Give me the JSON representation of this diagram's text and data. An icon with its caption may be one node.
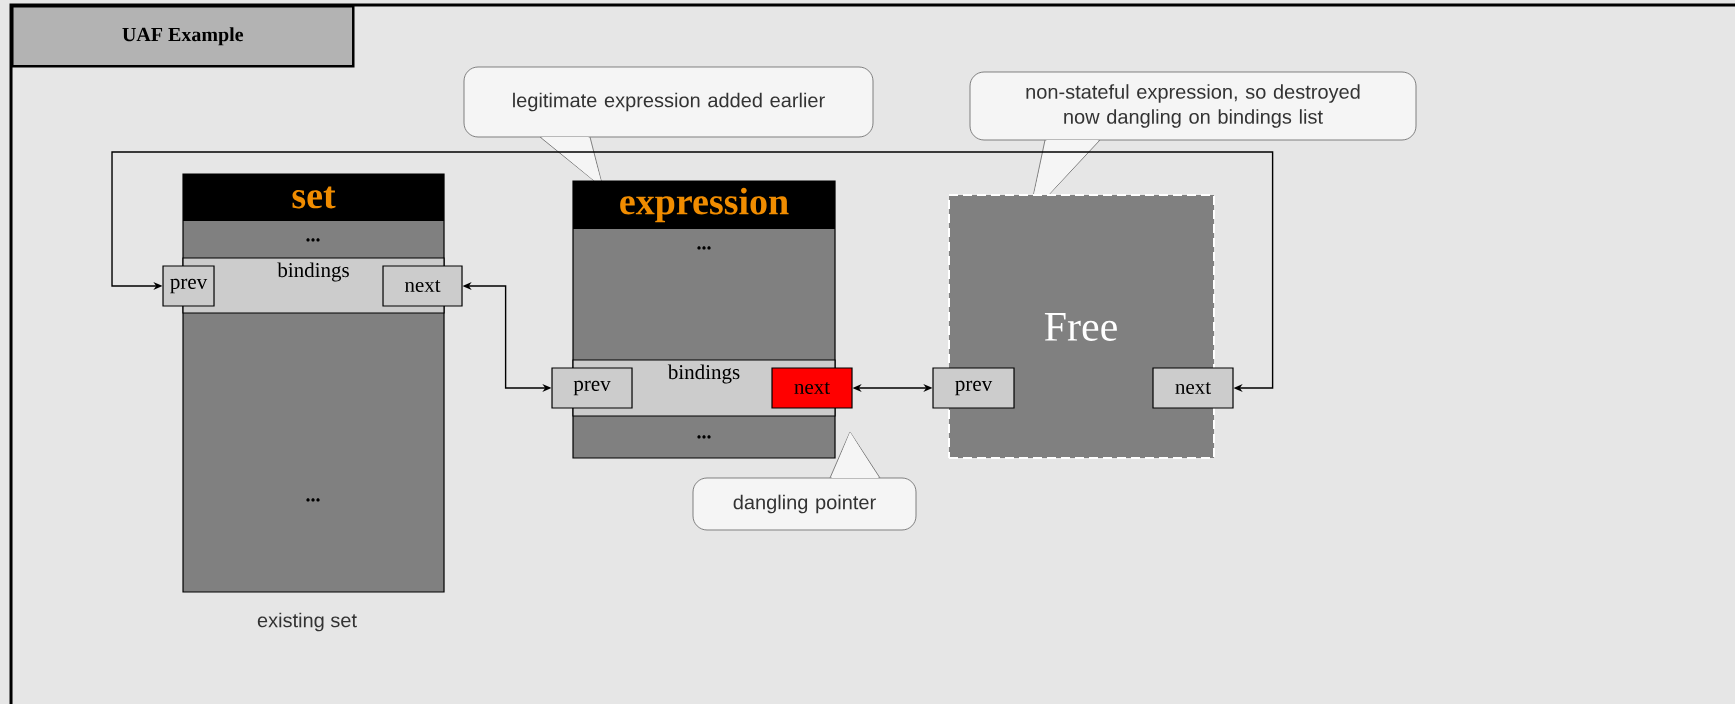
{
  "diagram": {
    "title": "UAF Example",
    "nodes": [
      {
        "text": [
          "set",
          "...",
          "..."
        ],
        "beside": [
          "existing set"
        ]
      },
      {
        "text": [
          "bindings"
        ],
        "in": 0
      },
      {
        "text": [
          "prev"
        ]
      },
      {
        "text": [
          "next"
        ]
      },
      {
        "text": [
          "legitimate expression added earlier"
        ]
      },
      {
        "text": [
          "expression",
          "...",
          "..."
        ]
      },
      {
        "text": [
          "bindings"
        ],
        "in": 5
      },
      {
        "text": [
          "prev"
        ]
      },
      {
        "text": [
          "next"
        ]
      },
      {
        "text": [
          "non-stateful expression, so destroyed now dangling on bindings list"
        ]
      },
      {
        "text": [
          "Free"
        ]
      },
      {
        "text": [
          "prev"
        ]
      },
      {
        "text": [
          "next"
        ]
      },
      {
        "text": [
          "dangling pointer"
        ]
      }
    ],
    "edges": [
      {
        "from": 3,
        "to": 7,
        "arrow": "both"
      },
      {
        "from": 8,
        "to": 11,
        "arrow": "both"
      },
      {
        "from": 12,
        "to": 2,
        "arrow": "both"
      }
    ]
  }
}
